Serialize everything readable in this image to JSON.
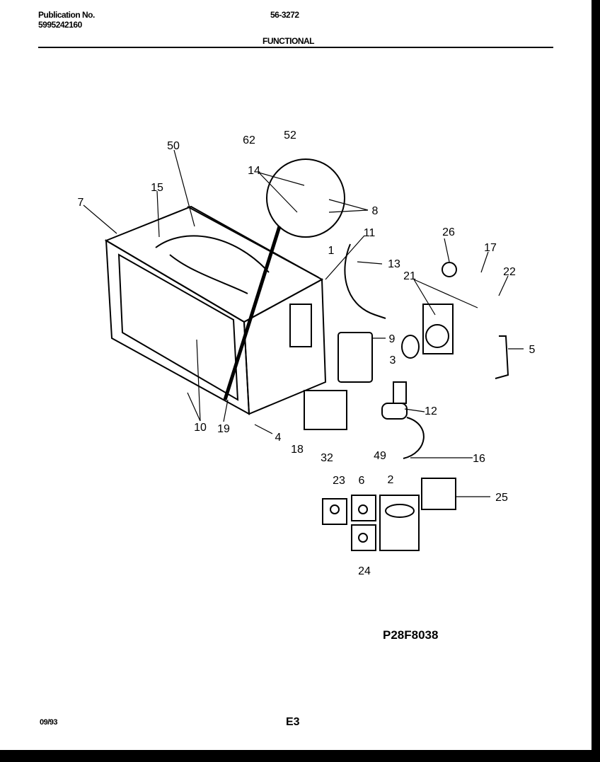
{
  "header": {
    "publication_label": "Publication No.",
    "publication_number": "5995242160",
    "model": "56-3272",
    "section": "FUNCTIONAL"
  },
  "footer": {
    "date": "09/93",
    "page": "E3"
  },
  "diagram": {
    "drawing_number": "P28F8038",
    "callouts": [
      "62",
      "52",
      "50",
      "14",
      "8",
      "15",
      "7",
      "11",
      "1",
      "13",
      "26",
      "17",
      "21",
      "22",
      "9",
      "3",
      "5",
      "12",
      "10",
      "19",
      "4",
      "18",
      "32",
      "49",
      "16",
      "23",
      "6",
      "2",
      "25",
      "24"
    ]
  }
}
